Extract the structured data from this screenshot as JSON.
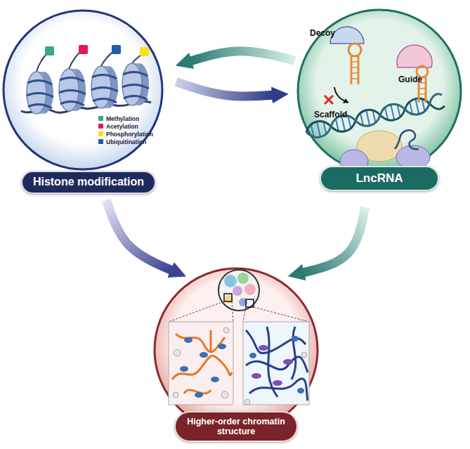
{
  "diagram": {
    "nodes": [
      {
        "text": [
          "Histone modification"
        ]
      },
      {
        "text": [
          "LncRNA"
        ]
      },
      {
        "text": [
          "Higher-order chromatin structure"
        ]
      }
    ],
    "edges": [
      {
        "from": 1,
        "to": 0,
        "arrow": "to"
      },
      {
        "from": 0,
        "to": 1,
        "arrow": "to"
      },
      {
        "from": 0,
        "to": 2,
        "arrow": "to"
      },
      {
        "from": 1,
        "to": 2,
        "arrow": "to"
      }
    ],
    "labels": [
      "Decoy",
      "Guide",
      "Scaffold"
    ],
    "legend": [
      {
        "text": "Methylation",
        "color": "#3aa88a"
      },
      {
        "text": "Acetylation",
        "color": "#e3185a"
      },
      {
        "text": "Phosphorylation",
        "color": "#f3e31a"
      },
      {
        "text": "Ubiquitination",
        "color": "#1f5ea8"
      }
    ]
  }
}
